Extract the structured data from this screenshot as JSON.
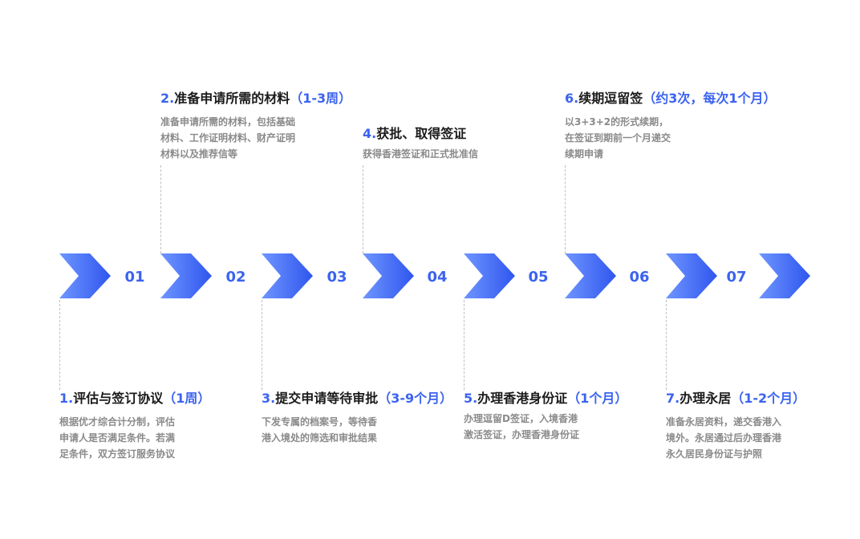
{
  "colors": {
    "accent": "#3b63f0",
    "chevron_light": "#6f95ff",
    "chevron_dark": "#2f56ee",
    "title": "#1a1a1a",
    "desc": "#8a8a8a"
  },
  "numbers": [
    "01",
    "02",
    "03",
    "04",
    "05",
    "06",
    "07"
  ],
  "steps": [
    {
      "index": "1.",
      "name": "评估与签订协议",
      "duration": "（1周）",
      "desc": "根据优才综合计分制，评估\n申请人是否满足条件。若满\n足条件，双方签订服务协议"
    },
    {
      "index": "2.",
      "name": "准备申请所需的材料",
      "duration": "（1-3周）",
      "desc": "准备申请所需的材料，包括基础\n材料、工作证明材料、财产证明\n材料以及推荐信等"
    },
    {
      "index": "3.",
      "name": "提交申请等待审批",
      "duration": "（3-9个月）",
      "desc": "下发专属的档案号，等待香\n港入境处的筛选和审批结果"
    },
    {
      "index": "4.",
      "name": "获批、取得签证",
      "duration": "",
      "desc": "获得香港签证和正式批准信"
    },
    {
      "index": "5.",
      "name": "办理香港身份证",
      "duration": "（1个月）",
      "desc": "办理逗留D签证，入境香港\n激活签证，办理香港身份证"
    },
    {
      "index": "6.",
      "name": "续期逗留签",
      "duration": "（约3次，每次1个月）",
      "desc": "以3+3+2的形式续期，\n在签证到期前一个月递交\n续期申请"
    },
    {
      "index": "7.",
      "name": "办理永居",
      "duration": "（1-2个月）",
      "desc": "准备永居资料，递交香港入\n境外。永居通过后办理香港\n永久居民身份证与护照"
    }
  ]
}
